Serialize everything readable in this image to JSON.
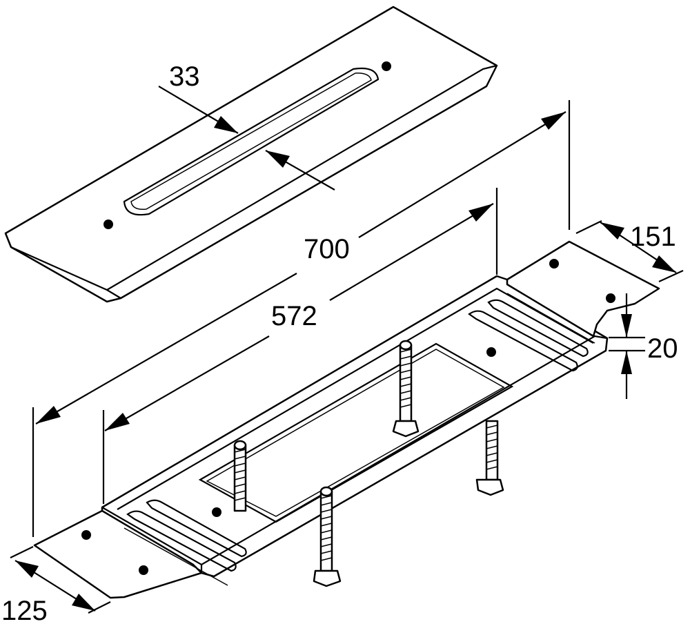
{
  "drawing": {
    "dimensions": {
      "slot_width": "33",
      "overall_length": "700",
      "inner_length": "572",
      "right_width": "151",
      "height": "20",
      "left_width": "125"
    }
  }
}
